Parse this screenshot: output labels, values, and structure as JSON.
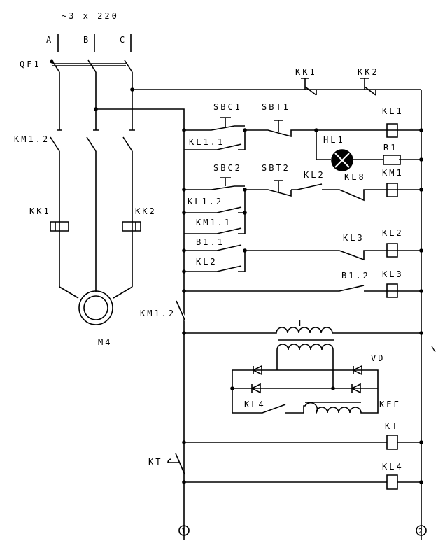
{
  "supply": {
    "voltage": "~3 x 220",
    "phases": [
      "A",
      "B",
      "C"
    ]
  },
  "labels": {
    "qf1": "QF1",
    "km12_power": "KM1.2",
    "kk1_heater": "KK1",
    "kk2_heater": "KK2",
    "motor": "M4",
    "kk1_contact": "KK1",
    "kk2_contact": "KK2",
    "sbc1": "SBC1",
    "sbt1": "SBT1",
    "kl1_coil": "KL1",
    "kl11": "KL1.1",
    "hl1": "HL1",
    "r1": "R1",
    "sbc2": "SBC2",
    "sbt2": "SBT2",
    "kl2_contact": "KL2",
    "kl8": "KL8",
    "km1_coil": "KM1",
    "kl12": "KL1.2",
    "km11": "KM1.1",
    "b11": "B1.1",
    "kl3_contact": "KL3",
    "kl2_coil": "KL2",
    "kl2_hold": "KL2",
    "b12": "B1.2",
    "kl3_coil": "KL3",
    "km12_ctrl": "KM1.2",
    "transformer": "T",
    "vd": "VD",
    "kl4_contact": "KL4",
    "keg": "KEГ",
    "kt_coil": "KT",
    "kt_contact": "KT",
    "kl4_coil": "KL4",
    "terminal1": "1",
    "terminal2": "2"
  }
}
